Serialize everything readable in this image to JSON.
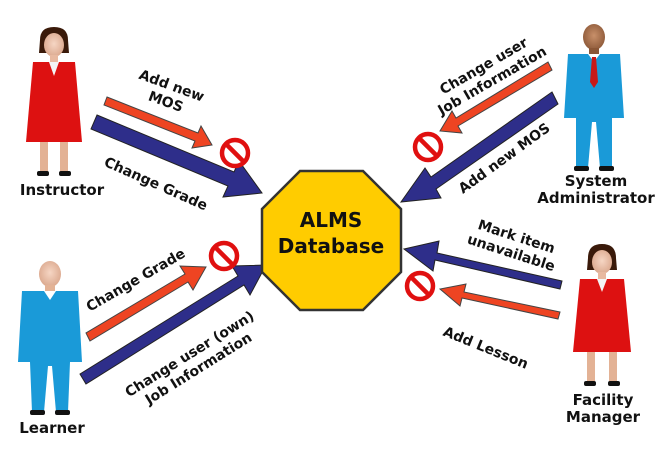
{
  "database": {
    "line1": "ALMS",
    "line2": "Database"
  },
  "actors": {
    "instructor": "Instructor",
    "sysadmin": {
      "line1": "System",
      "line2": "Administrator"
    },
    "learner": "Learner",
    "facility": {
      "line1": "Facility",
      "line2": "Manager"
    }
  },
  "actions": {
    "instructor_blocked": {
      "line1": "Add new",
      "line2": "MOS"
    },
    "instructor_allowed": "Change Grade",
    "sysadmin_blocked": {
      "line1": "Change user",
      "line2": "Job Information"
    },
    "sysadmin_allowed": "Add new MOS",
    "learner_blocked": "Change Grade",
    "learner_allowed": {
      "line1": "Change user (own)",
      "line2": "Job Information"
    },
    "facility_allowed": {
      "line1": "Mark item",
      "line2": "unavailable"
    },
    "facility_blocked": "Add Lesson"
  },
  "colors": {
    "allowed_arrow": "#2e2e8a",
    "blocked_arrow": "#ee4422",
    "database_fill": "#ffcc00",
    "prohibited_sign": "#e01010",
    "female_figure": "#dd1111",
    "male_figure": "#1a9ad8"
  },
  "icons": {
    "blocked": "prohibited-icon"
  }
}
